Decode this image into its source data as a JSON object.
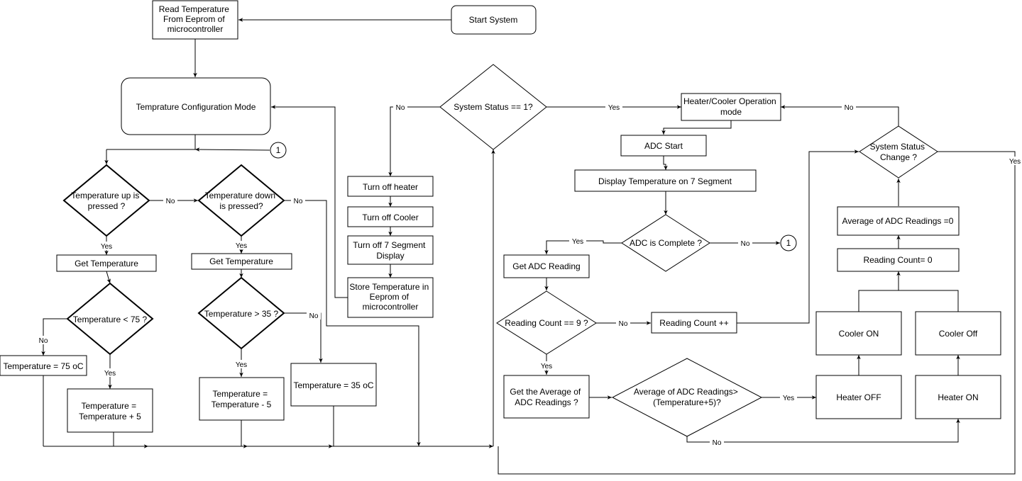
{
  "colors": {
    "stroke": "#000000",
    "fill": "#ffffff",
    "text": "#000000"
  },
  "nodes": {
    "start_system": "Start System",
    "read_eeprom": [
      "Read Temperature",
      "From Eeprom of",
      "microcontroller"
    ],
    "config_mode": "Temprature Configuration Mode",
    "connector_left": "1",
    "temp_up_q": [
      "Temperature up is",
      "pressed ?"
    ],
    "temp_down_q": [
      "Temperature down",
      "is pressed?"
    ],
    "get_temp_1": "Get Temperature",
    "get_temp_2": "Get Temperature",
    "temp_lt_75_q": "Temperature < 75 ?",
    "temp_gt_35_q": "Temperature > 35 ?",
    "set_75": "Temperature = 75 oC",
    "temp_plus_5": [
      "Temperature =",
      "Temperature + 5"
    ],
    "temp_minus_5": [
      "Temperature =",
      "Temperature - 5"
    ],
    "set_35": "Temperature = 35 oC",
    "system_status_q": "System Status == 1?",
    "turn_off_heater": "Turn off heater",
    "turn_off_cooler": "Turn off Cooler",
    "turn_off_7seg": [
      "Turn off 7 Segment",
      "Display"
    ],
    "store_eeprom": [
      "Store Temperature in",
      "Eeprom of",
      "microcontroller"
    ],
    "heater_cooler_mode": [
      "Heater/Cooler Operation",
      "mode"
    ],
    "adc_start": "ADC Start",
    "display_7seg": "Display Temperature on 7 Segment",
    "adc_complete_q": "ADC is Complete ?",
    "connector_right": "1",
    "get_adc": "Get ADC Reading",
    "reading_count_q": "Reading Count == 9 ?",
    "reading_count_inc": "Reading Count ++",
    "get_average": [
      "Get the Average of",
      "ADC Readings ?"
    ],
    "avg_gt_q": [
      "Average of ADC Readings>",
      "(Temperature+5)?"
    ],
    "heater_off": "Heater OFF",
    "heater_on": "Heater ON",
    "cooler_on": "Cooler ON",
    "cooler_off": "Cooler Off",
    "reading_count_zero": "Reading Count= 0",
    "avg_zero": "Average of ADC Readings =0",
    "system_status_change_q": [
      "System Status",
      "Change ?"
    ]
  },
  "edge_labels": {
    "no": "No",
    "yes": "Yes"
  }
}
